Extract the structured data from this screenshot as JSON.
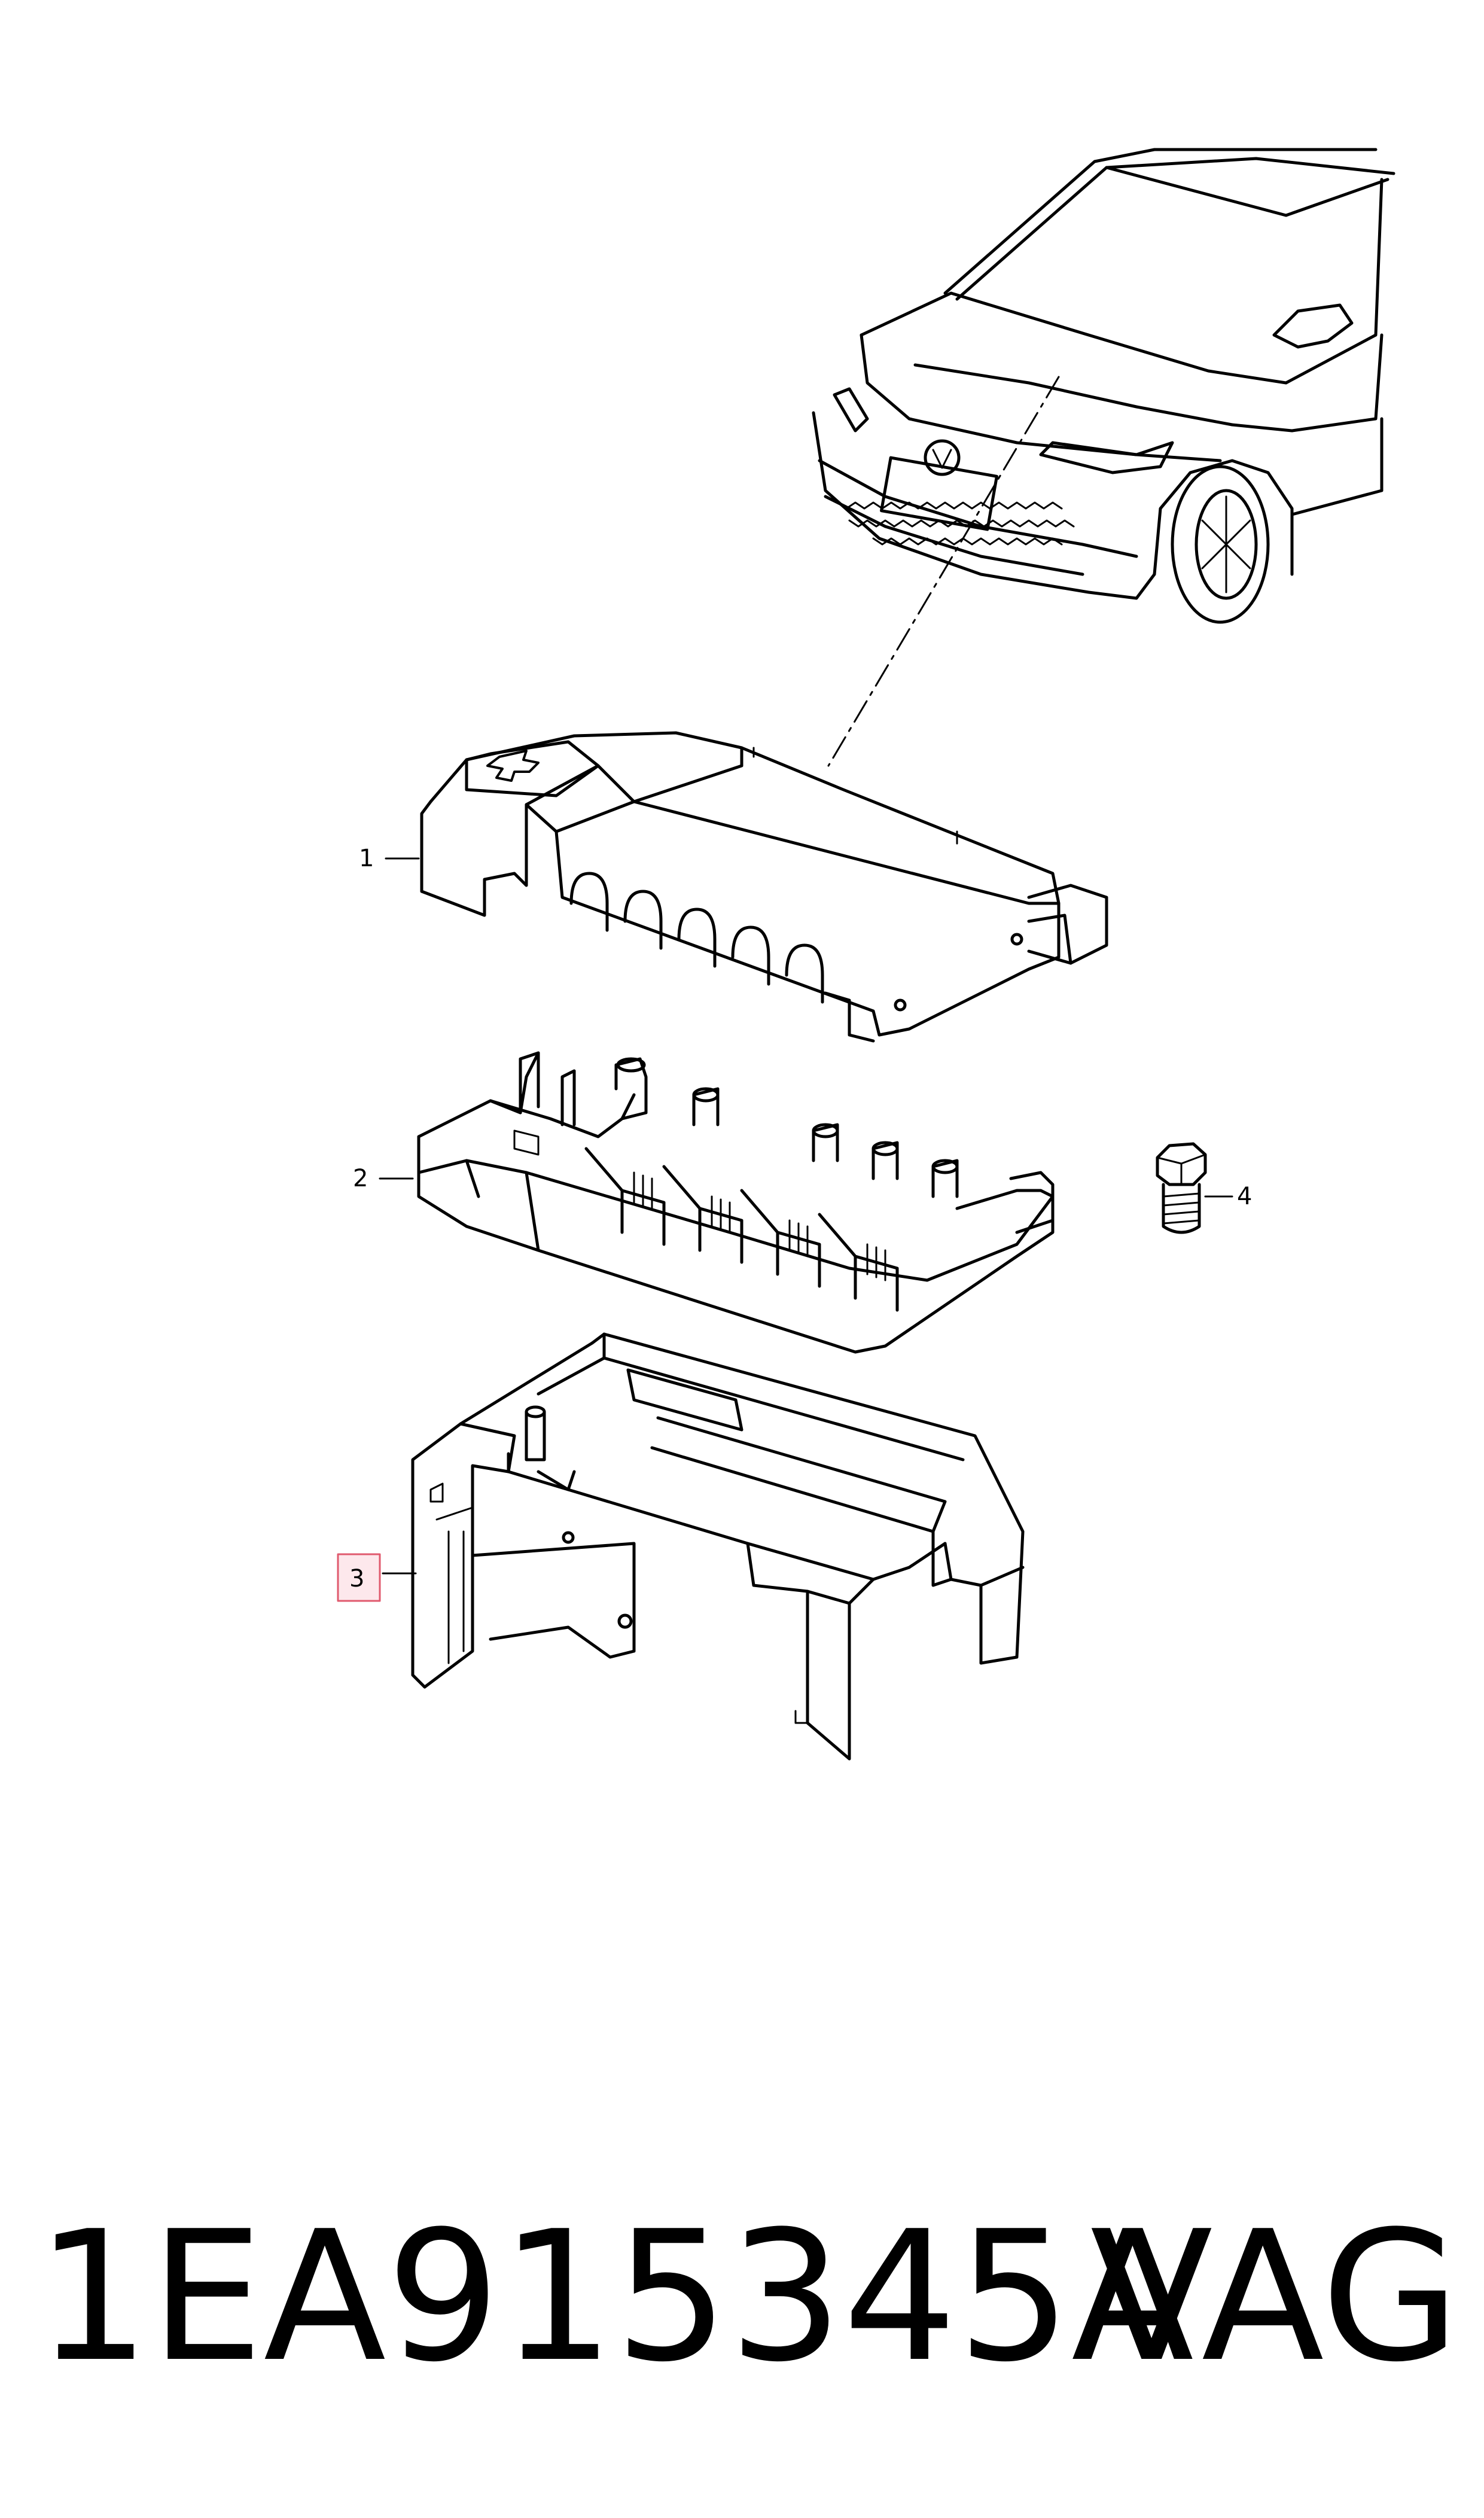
{
  "callouts": [
    {
      "id": "1",
      "label": "1"
    },
    {
      "id": "2",
      "label": "2"
    },
    {
      "id": "3",
      "label": "3",
      "highlighted": true
    },
    {
      "id": "4",
      "label": "4"
    }
  ],
  "footer": {
    "part_number": "1EA915345A",
    "brand": "VAG"
  },
  "colors": {
    "line": "#000000",
    "highlight_border": "#e05a6e",
    "highlight_fill": "#fde8ec",
    "background": "#ffffff"
  }
}
